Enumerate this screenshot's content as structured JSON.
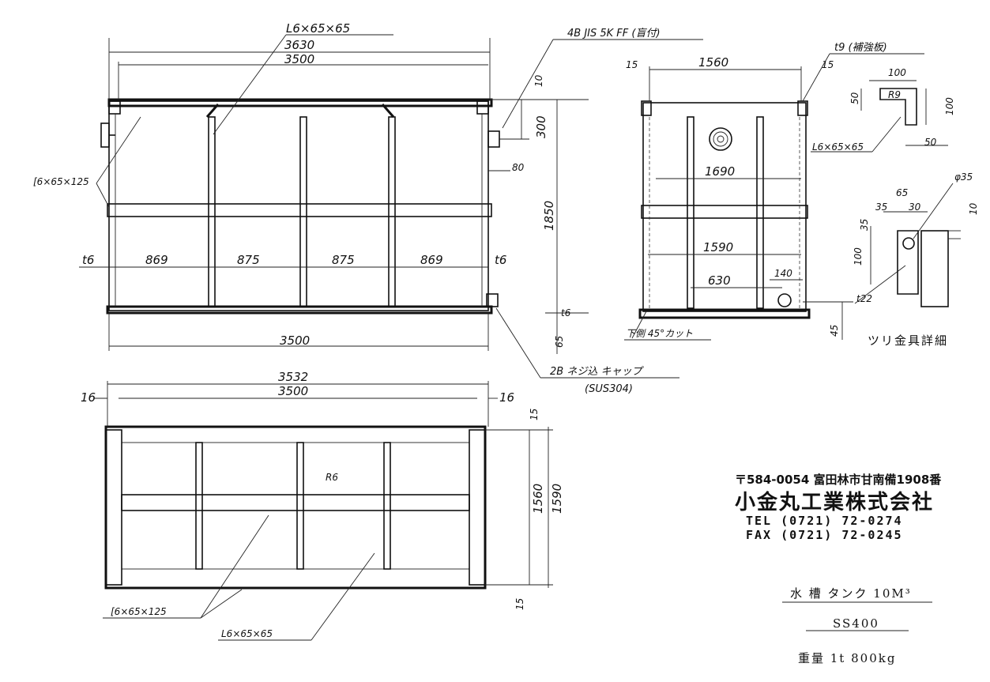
{
  "drawing": {
    "front_view": {
      "top_angle_label": "L6×65×65",
      "overall_width_outer": "3630",
      "overall_width": "3500",
      "nozzle_note": "4B JIS 5K FF (盲付)",
      "top_offset": "10",
      "nozzle_height": "300",
      "side_angle_label": "[6×65×125",
      "height": "1850",
      "nozzle_projection": "80",
      "left_thickness": "t6",
      "panel_1": "869",
      "panel_2": "875",
      "panel_3": "875",
      "panel_4": "869",
      "right_thickness": "t6",
      "bottom_thickness": "t6",
      "bottom_width": "3500",
      "base_height": "65",
      "drain_note": "2B ネジ込 キャップ",
      "drain_material": "(SUS304)"
    },
    "side_view": {
      "left_offset": "15",
      "width": "1560",
      "right_offset": "15",
      "reinforce_plate": "t9 (補強板)",
      "angle_label": "L6×65×65",
      "inner_height": "1690",
      "inner_width": "1590",
      "outlet_offset": "630",
      "outlet_height": "140",
      "lug_thickness": "t22",
      "base_height": "45",
      "cut_note": "下側 45°カット"
    },
    "detail_reinforce": {
      "top_width": "100",
      "left_height": "50",
      "radius": "R9",
      "right_height": "100",
      "bottom_width": "50"
    },
    "lifting_lug": {
      "hole": "φ35",
      "width": "65",
      "left_offset": "35",
      "right_offset": "30",
      "top_offset": "35",
      "height": "100",
      "thickness": "10",
      "label": "ツリ金具詳細"
    },
    "plan_view": {
      "outer_width": "3532",
      "inner_width": "3500",
      "left_edge": "16",
      "right_edge": "16",
      "top_edge": "15",
      "radius": "R6",
      "height_inner": "1560",
      "height_outer": "1590",
      "bottom_edge": "15",
      "channel_label": "[6×65×125",
      "angle_label": "L6×65×65"
    },
    "company": {
      "address": "〒584-0054 富田林市甘南備1908番",
      "name": "小金丸工業株式会社",
      "tel": "TEL (0721) 72-0274",
      "fax": "FAX (0721) 72-0245"
    },
    "title_block": {
      "title": "水 槽 タンク 10M³",
      "material": "SS400",
      "weight": "重量 1t 800kg"
    }
  }
}
